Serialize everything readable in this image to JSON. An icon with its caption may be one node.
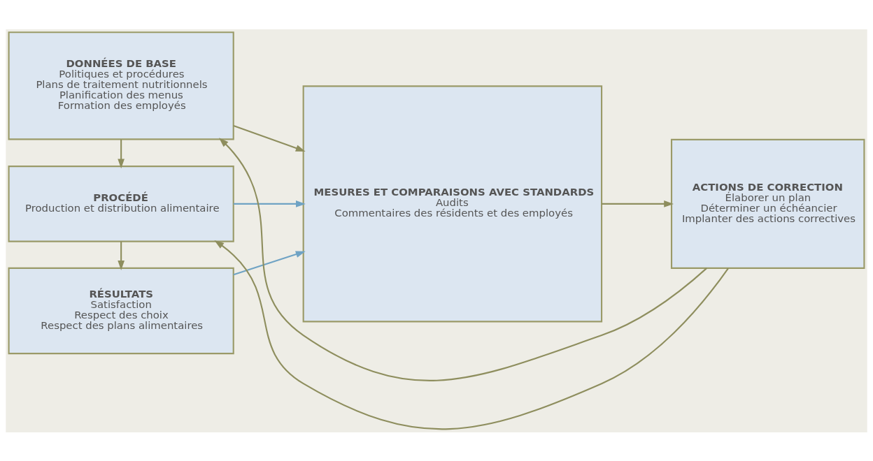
{
  "diagram": {
    "nodes": [
      {
        "text": [
          "DONNÉES DE BASE",
          "Politiques et procédures",
          "Plans de traitement nutritionnels",
          "Planification des menus",
          "Formation des employés"
        ]
      },
      {
        "text": [
          "PROCÉDÉ",
          "Production et distribution alimentaire"
        ]
      },
      {
        "text": [
          "RÉSULTATS",
          "Satisfaction",
          "Respect des choix",
          "Respect des plans alimentaires"
        ]
      },
      {
        "text": [
          "ACTIONS DE CORRECTION",
          "Élaborer un plan",
          "Déterminer un échéancier",
          "Implanter des actions correctives"
        ]
      },
      {
        "text": [
          "MESURES ET COMPARAISONS AVEC STANDARDS",
          "Audits",
          "Commentaires des résidents et des employés"
        ]
      }
    ],
    "edges": [
      {
        "from": 0,
        "to": 4,
        "arrow": "to"
      },
      {
        "from": 0,
        "to": 1,
        "arrow": "to"
      },
      {
        "from": 4,
        "to": 3,
        "arrow": "to"
      },
      {
        "from": 3,
        "to": 0,
        "arrow": "to"
      },
      {
        "from": 3,
        "to": 1,
        "arrow": "to"
      },
      {
        "from": 1,
        "to": 2,
        "arrow": "to"
      },
      {
        "from": 1,
        "to": 4,
        "arrow": "to",
        "color": "#6fa3c4"
      },
      {
        "from": 2,
        "to": 4,
        "arrow": "to",
        "color": "#6fa3c4"
      }
    ]
  }
}
